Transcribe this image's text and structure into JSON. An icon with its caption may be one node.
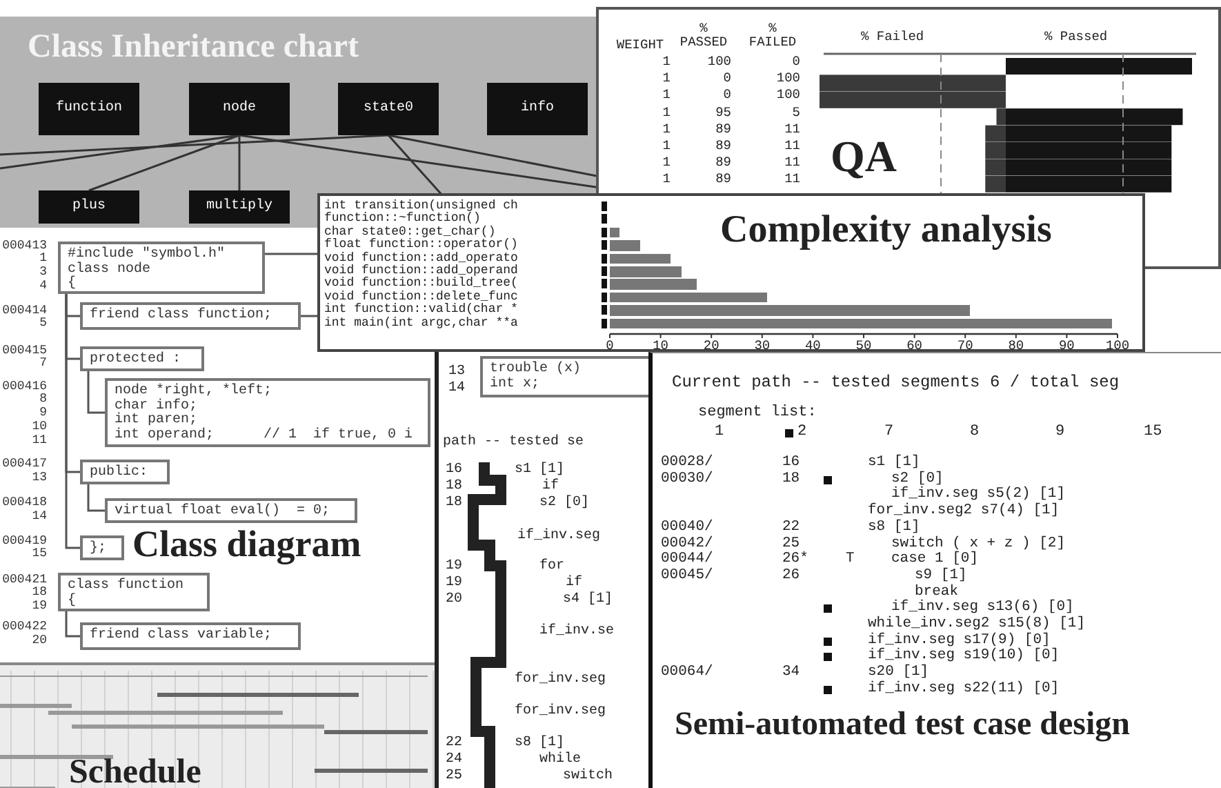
{
  "diagram": {
    "nodes": [
      {
        "text": [
          "function"
        ]
      },
      {
        "text": [
          "node"
        ]
      },
      {
        "text": [
          "state0"
        ]
      },
      {
        "text": [
          "info"
        ]
      },
      {
        "text": [
          "plus"
        ]
      },
      {
        "text": [
          "multiply"
        ]
      },
      {
        "text": [
          "#include \"symbol.h\"",
          "class node",
          "{"
        ]
      },
      {
        "text": [
          "friend class function;"
        ]
      },
      {
        "text": [
          "protected :"
        ]
      },
      {
        "text": [
          "node *right, *left;",
          "char info;",
          "int paren;",
          "int operand;      // 1  if true, 0 i"
        ]
      },
      {
        "text": [
          "public:"
        ]
      },
      {
        "text": [
          "virtual float eval()  = 0;"
        ]
      },
      {
        "text": [
          "};"
        ]
      },
      {
        "text": [
          "class function",
          "{"
        ]
      },
      {
        "text": [
          "friend class variable;"
        ]
      },
      {
        "text": [
          "trouble (x)",
          "int x;"
        ]
      }
    ],
    "edges": [
      {
        "from": 1,
        "to": 4,
        "arrow": "none"
      },
      {
        "from": 1,
        "to": 5,
        "arrow": "none"
      },
      {
        "from": 1,
        "to": null,
        "arrow": "none"
      },
      {
        "from": 1,
        "to": null,
        "arrow": "none"
      },
      {
        "from": 2,
        "to": null,
        "arrow": "none"
      },
      {
        "from": 2,
        "to": null,
        "arrow": "none"
      },
      {
        "from": 2,
        "to": null,
        "arrow": "none"
      },
      {
        "from": 6,
        "to": 7,
        "arrow": "none"
      },
      {
        "from": 6,
        "to": 8,
        "arrow": "none"
      },
      {
        "from": 8,
        "to": 9,
        "arrow": "none"
      },
      {
        "from": 6,
        "to": 10,
        "arrow": "none"
      },
      {
        "from": 10,
        "to": 11,
        "arrow": "none"
      },
      {
        "from": 6,
        "to": 12,
        "arrow": "none"
      },
      {
        "from": 13,
        "to": 14,
        "arrow": "none"
      },
      {
        "from": 6,
        "to": null,
        "arrow": "none"
      },
      {
        "from": 7,
        "to": null,
        "arrow": "none"
      }
    ],
    "labels": [
      "Class Inheritance chart",
      "WEIGHT",
      "% PASSED",
      "% FAILED",
      "1",
      "100",
      "0",
      "1",
      "0",
      "100",
      "1",
      "0",
      "100",
      "1",
      "95",
      "5",
      "1",
      "89",
      "11",
      "1",
      "89",
      "11",
      "1",
      "89",
      "11",
      "1",
      "89",
      "11",
      "% Failed",
      "% Passed",
      "QA",
      "000413",
      "1",
      "3",
      "4",
      "000414",
      "5",
      "000415",
      "7",
      "000416",
      "8",
      "9",
      "10",
      "11",
      "000417",
      "13",
      "000418",
      "14",
      "000419",
      "15",
      "000421",
      "18",
      "19",
      "000422",
      "20",
      "Class diagram",
      "13",
      "14",
      "path -- tested se",
      "16",
      "s1 [1]",
      "18",
      "if",
      "18",
      "s2 [0]",
      "if_inv.seg",
      "19",
      "for",
      "19",
      "if",
      "20",
      "s4 [1]",
      "if_inv.se",
      "for_inv.seg",
      "for_inv.seg",
      "22",
      "s8 [1]",
      "24",
      "while",
      "25",
      "switch",
      "Current path -- tested segments 6 / total seg",
      "segment list:",
      "1",
      "2",
      "7",
      "8",
      "9",
      "15",
      "00028/",
      "16",
      "s1 [1]",
      "00030/",
      "18",
      "s2 [0]",
      "if_inv.seg s5(2) [1]",
      "for_inv.seg2 s7(4) [1]",
      "00040/",
      "22",
      "s8 [1]",
      "00042/",
      "25",
      "switch ( x + z ) [2]",
      "00044/",
      "26*",
      "T",
      "case 1 [0]",
      "00045/",
      "26",
      "s9 [1]",
      "break",
      "if_inv.seg s13(6) [0]",
      "while_inv.seg2 s15(8) [1]",
      "if_inv.seg s17(9) [0]",
      "if_inv.seg s19(10) [0]",
      "00064/",
      "34",
      "s20 [1]",
      "if_inv.seg s22(11) [0]",
      "Semi-automated test case design",
      "Schedule"
    ],
    "chart_data": {
      "type": "bar",
      "orientation": "horizontal",
      "title": "Complexity analysis",
      "categories": [
        "int transition(unsigned ch",
        "function::~function()",
        "char state0::get_char()",
        "float function::operator()",
        "void function::add_operato",
        "void function::add_operand",
        "void function::build_tree(",
        "void function::delete_func",
        "int function::valid(char *",
        "int main(int argc,char **a"
      ],
      "values": [
        0,
        0,
        2,
        6,
        12,
        14,
        17,
        31,
        71,
        99
      ],
      "xlim": [
        0,
        100
      ],
      "xticks": [
        0,
        10,
        20,
        30,
        40,
        50,
        60,
        70,
        80,
        90,
        100
      ]
    }
  }
}
